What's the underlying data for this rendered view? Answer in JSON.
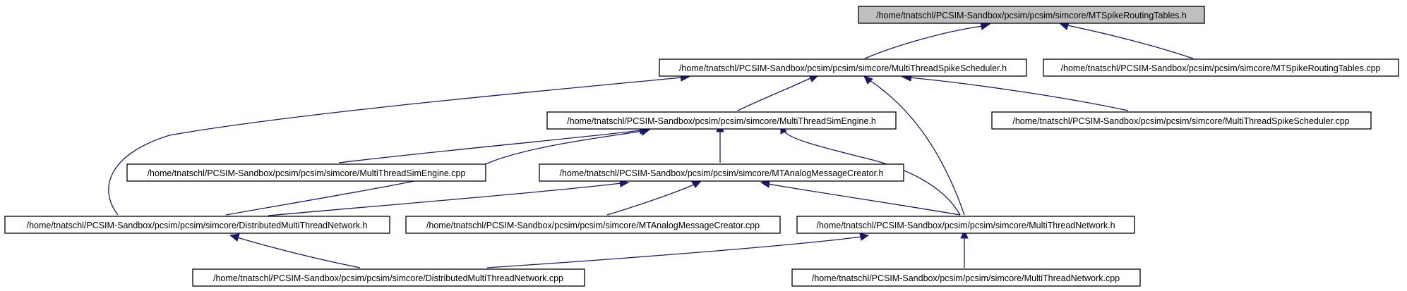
{
  "graph": {
    "nodes": [
      {
        "id": "n_mtspike_h",
        "label": "/home/tnatschl/PCSIM-Sandbox/pcsim/pcsim/simcore/MTSpikeRoutingTables.h",
        "highlighted": true
      },
      {
        "id": "n_mtss_h",
        "label": "/home/tnatschl/PCSIM-Sandbox/pcsim/pcsim/simcore/MultiThreadSpikeScheduler.h"
      },
      {
        "id": "n_mtspike_cpp",
        "label": "/home/tnatschl/PCSIM-Sandbox/pcsim/pcsim/simcore/MTSpikeRoutingTables.cpp"
      },
      {
        "id": "n_mtse_h",
        "label": "/home/tnatschl/PCSIM-Sandbox/pcsim/pcsim/simcore/MultiThreadSimEngine.h"
      },
      {
        "id": "n_mtss_cpp",
        "label": "/home/tnatschl/PCSIM-Sandbox/pcsim/pcsim/simcore/MultiThreadSpikeScheduler.cpp"
      },
      {
        "id": "n_mtse_cpp",
        "label": "/home/tnatschl/PCSIM-Sandbox/pcsim/pcsim/simcore/MultiThreadSimEngine.cpp"
      },
      {
        "id": "n_mtamc_h",
        "label": "/home/tnatschl/PCSIM-Sandbox/pcsim/pcsim/simcore/MTAnalogMessageCreator.h"
      },
      {
        "id": "n_dmtn_h",
        "label": "/home/tnatschl/PCSIM-Sandbox/pcsim/pcsim/simcore/DistributedMultiThreadNetwork.h"
      },
      {
        "id": "n_mtamc_cpp",
        "label": "/home/tnatschl/PCSIM-Sandbox/pcsim/pcsim/simcore/MTAnalogMessageCreator.cpp"
      },
      {
        "id": "n_mtn_h",
        "label": "/home/tnatschl/PCSIM-Sandbox/pcsim/pcsim/simcore/MultiThreadNetwork.h"
      },
      {
        "id": "n_dmtn_cpp",
        "label": "/home/tnatschl/PCSIM-Sandbox/pcsim/pcsim/simcore/DistributedMultiThreadNetwork.cpp"
      },
      {
        "id": "n_mtn_cpp",
        "label": "/home/tnatschl/PCSIM-Sandbox/pcsim/pcsim/simcore/MultiThreadNetwork.cpp"
      }
    ],
    "edges": [
      {
        "from": "n_mtss_h",
        "to": "n_mtspike_h"
      },
      {
        "from": "n_mtspike_cpp",
        "to": "n_mtspike_h"
      },
      {
        "from": "n_mtse_h",
        "to": "n_mtss_h"
      },
      {
        "from": "n_mtss_cpp",
        "to": "n_mtss_h"
      },
      {
        "from": "n_dmtn_h",
        "to": "n_mtss_h"
      },
      {
        "from": "n_mtn_h",
        "to": "n_mtss_h"
      },
      {
        "from": "n_mtse_cpp",
        "to": "n_mtse_h"
      },
      {
        "from": "n_mtamc_h",
        "to": "n_mtse_h"
      },
      {
        "from": "n_dmtn_h",
        "to": "n_mtse_h"
      },
      {
        "from": "n_mtn_h",
        "to": "n_mtse_h"
      },
      {
        "from": "n_dmtn_h",
        "to": "n_mtamc_h"
      },
      {
        "from": "n_mtamc_cpp",
        "to": "n_mtamc_h"
      },
      {
        "from": "n_mtn_h",
        "to": "n_mtamc_h"
      },
      {
        "from": "n_dmtn_cpp",
        "to": "n_dmtn_h"
      },
      {
        "from": "n_dmtn_cpp",
        "to": "n_mtn_h"
      },
      {
        "from": "n_mtn_cpp",
        "to": "n_mtn_h"
      }
    ],
    "colors": {
      "edge": "#191970",
      "root_fill": "#bfbfbf",
      "node_fill": "#ffffff",
      "border": "#000000"
    }
  }
}
